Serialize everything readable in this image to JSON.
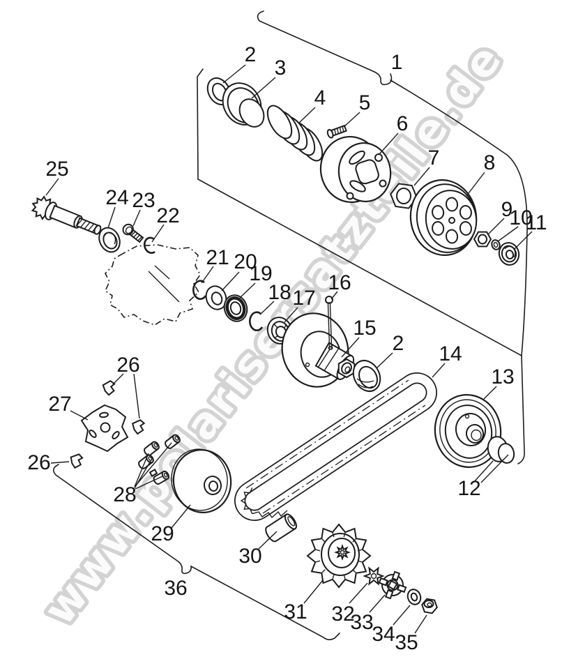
{
  "watermark": {
    "text": "www.polarisersatzteile.de"
  },
  "colors": {
    "background": "#ffffff",
    "line": "#1c1c1c",
    "watermark_outline": "#c9c9c9",
    "watermark_fill": "#ffffff",
    "label": "#141414"
  },
  "callouts": [
    {
      "text": "2"
    },
    {
      "text": "3"
    },
    {
      "text": "4"
    },
    {
      "text": "5"
    },
    {
      "text": "1"
    },
    {
      "text": "6"
    },
    {
      "text": "7"
    },
    {
      "text": "8"
    },
    {
      "text": "9"
    },
    {
      "text": "10"
    },
    {
      "text": "11"
    },
    {
      "text": "25"
    },
    {
      "text": "24"
    },
    {
      "text": "23"
    },
    {
      "text": "22"
    },
    {
      "text": "21"
    },
    {
      "text": "20"
    },
    {
      "text": "19"
    },
    {
      "text": "18"
    },
    {
      "text": "17"
    },
    {
      "text": "16"
    },
    {
      "text": "15"
    },
    {
      "text": "2"
    },
    {
      "text": "14"
    },
    {
      "text": "13"
    },
    {
      "text": "12"
    },
    {
      "text": "26"
    },
    {
      "text": "27"
    },
    {
      "text": "26"
    },
    {
      "text": "28"
    },
    {
      "text": "29"
    },
    {
      "text": "30"
    },
    {
      "text": "36"
    },
    {
      "text": "31"
    },
    {
      "text": "32"
    },
    {
      "text": "33"
    },
    {
      "text": "34"
    },
    {
      "text": "35"
    }
  ]
}
